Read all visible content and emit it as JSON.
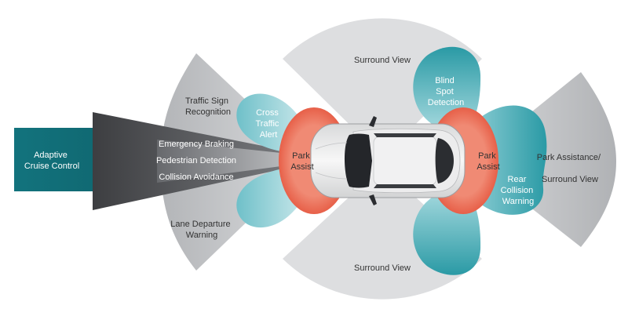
{
  "colors": {
    "background": "#ffffff",
    "zone_gray_light": "#dcdcdd",
    "zone_gray": "#a7a9ac",
    "zone_gray_dark": "#4b4c4f",
    "zone_teal": "#12737d",
    "zone_teal_light": "#2aa8b5",
    "zone_orange": "#e4553d",
    "car_body": "#eeeeef",
    "label_dark": "#333333",
    "label_light": "#ffffff"
  },
  "labels": {
    "adaptive_cruise_control": [
      "Adaptive",
      "Cruise Control"
    ],
    "emergency_braking": "Emergency Braking",
    "pedestrian_detection": "Pedestrian Detection",
    "collision_avoidance": "Collision Avoidance",
    "traffic_sign_recognition": [
      "Traffic Sign",
      "Recognition"
    ],
    "lane_departure_warning": [
      "Lane Departure",
      "Warning"
    ],
    "cross_traffic_alert": [
      "Cross",
      "Traffic",
      "Alert"
    ],
    "park_assist_front": [
      "Park",
      "Assist"
    ],
    "park_assist_rear": [
      "Park",
      "Assist"
    ],
    "surround_view_top": "Surround View",
    "surround_view_bottom": "Surround View",
    "blind_spot_detection": [
      "Blind",
      "Spot",
      "Detection"
    ],
    "rear_collision_warning": [
      "Rear",
      "Collision",
      "Warning"
    ],
    "park_assistance_surround_view": [
      "Park Assistance/",
      "Surround View"
    ]
  }
}
